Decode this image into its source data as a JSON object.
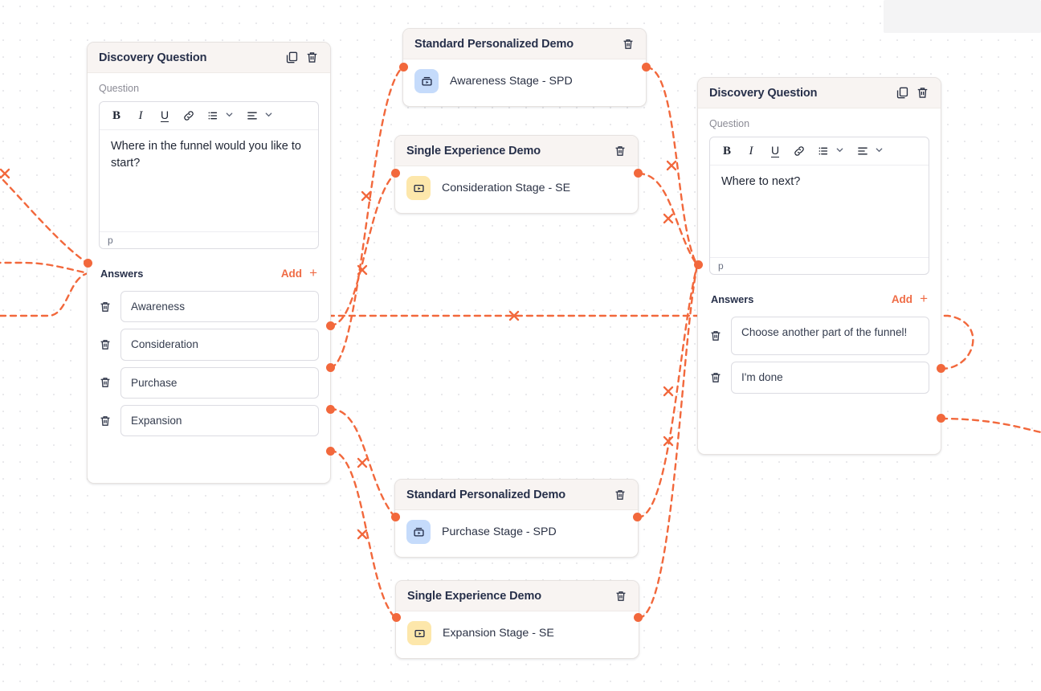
{
  "colors": {
    "accent": "#f2683c",
    "add_text": "#ef6b45",
    "node_header_bg": "#f8f4f2",
    "node_title": "#27304a",
    "spd_icon_bg": "#c5dbfb",
    "se_icon_bg": "#fde7ab",
    "grid_dot": "#e9e9ec",
    "panel_bg": "#f4f4f5"
  },
  "canvas": {
    "name": "flow-builder-canvas",
    "edge_delete_glyph": "✕"
  },
  "nodes": {
    "discovery_left": {
      "title": "Discovery Question",
      "question_label": "Question",
      "question_text": "Where in the funnel would you like to start?",
      "editor_status": "p",
      "toolbar": {
        "bold": "B",
        "italic": "I",
        "underline": "U",
        "link": "link-icon",
        "list": "bullet-list-icon",
        "align": "align-left-icon",
        "chevron": "chevron-down-icon"
      },
      "answers_label": "Answers",
      "add_label": "Add",
      "add_plus": "+",
      "answers": [
        {
          "text": "Awareness"
        },
        {
          "text": "Consideration"
        },
        {
          "text": "Purchase"
        },
        {
          "text": "Expansion"
        }
      ],
      "copy_icon": "copy-icon",
      "delete_icon": "trash-icon"
    },
    "discovery_right": {
      "title": "Discovery Question",
      "question_label": "Question",
      "question_text": "Where to next?",
      "editor_status": "p",
      "answers_label": "Answers",
      "add_label": "Add",
      "add_plus": "+",
      "answers": [
        {
          "text": "Choose another part of the funnel!"
        },
        {
          "text": "I'm done"
        }
      ],
      "copy_icon": "copy-icon",
      "delete_icon": "trash-icon"
    },
    "demos": [
      {
        "title": "Standard Personalized Demo",
        "stage": "Awareness Stage - SPD",
        "kind": "spd",
        "icon": "standard-personalized-demo-icon",
        "delete_icon": "trash-icon"
      },
      {
        "title": "Single Experience Demo",
        "stage": "Consideration Stage - SE",
        "kind": "se",
        "icon": "single-experience-demo-icon",
        "delete_icon": "trash-icon"
      },
      {
        "title": "Standard Personalized Demo",
        "stage": "Purchase Stage - SPD",
        "kind": "spd",
        "icon": "standard-personalized-demo-icon",
        "delete_icon": "trash-icon"
      },
      {
        "title": "Single Experience Demo",
        "stage": "Expansion Stage - SE",
        "kind": "se",
        "icon": "single-experience-demo-icon",
        "delete_icon": "trash-icon"
      }
    ]
  }
}
